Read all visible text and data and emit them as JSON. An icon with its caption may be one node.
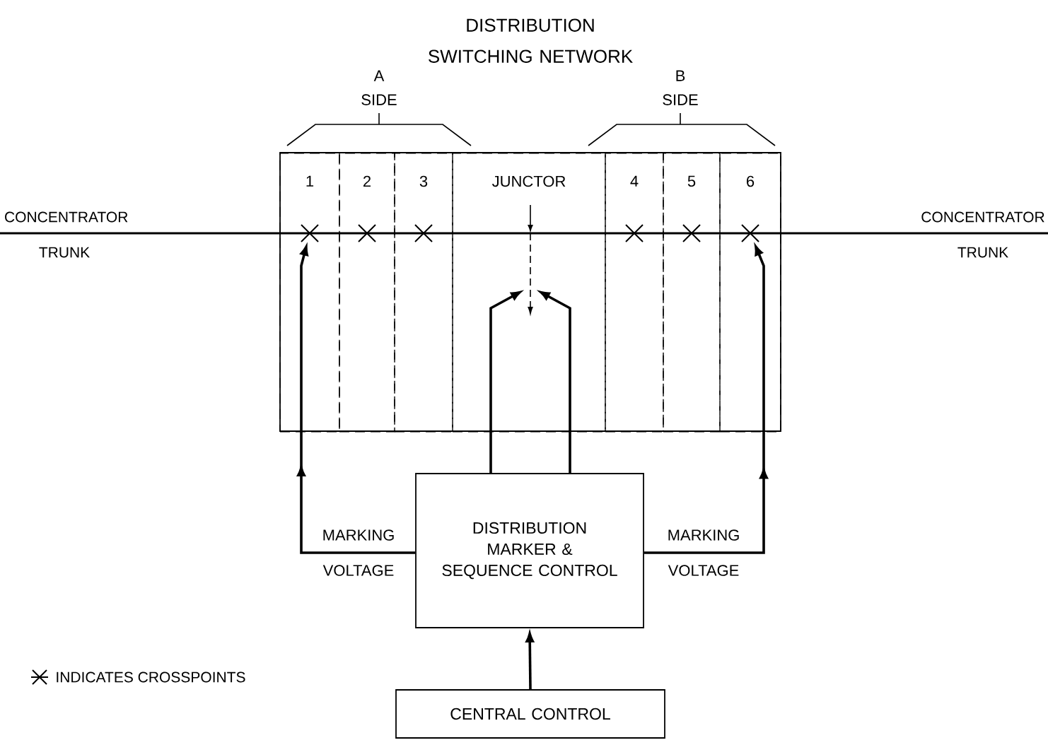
{
  "diagram": {
    "nodes": [
      {
        "text": [
          "DISTRIBUTION SWITCHING NETWORK"
        ]
      },
      {
        "text": [
          "1"
        ],
        "in": 0
      },
      {
        "text": [
          "2"
        ],
        "in": 0
      },
      {
        "text": [
          "3"
        ],
        "in": 0
      },
      {
        "text": [
          "JUNCTOR"
        ],
        "in": 0
      },
      {
        "text": [
          "4"
        ],
        "in": 0
      },
      {
        "text": [
          "5"
        ],
        "in": 0
      },
      {
        "text": [
          "6"
        ],
        "in": 0
      },
      {
        "text": [],
        "shape": "cross",
        "in": 1
      },
      {
        "text": [],
        "shape": "cross",
        "in": 2
      },
      {
        "text": [],
        "shape": "cross",
        "in": 3
      },
      {
        "text": [],
        "shape": "cross",
        "in": 5
      },
      {
        "text": [],
        "shape": "cross",
        "in": 6
      },
      {
        "text": [],
        "shape": "cross",
        "in": 7
      },
      {
        "text": [],
        "shape": "picture",
        "in": 4
      },
      {
        "text": [
          "DISTRIBUTION MARKER & SEQUENCE CONTROL"
        ]
      },
      {
        "text": [
          "CENTRAL CONTROL"
        ]
      }
    ],
    "edges": [
      {
        "from": 15,
        "to": 8,
        "arrow": "to",
        "label": "MARKING VOLTAGE"
      },
      {
        "from": 15,
        "to": 13,
        "arrow": "to",
        "label": "MARKING VOLTAGE"
      },
      {
        "from": 15,
        "to": 14,
        "arrow": "to"
      },
      {
        "from": 15,
        "to": 14,
        "arrow": "to"
      },
      {
        "from": 16,
        "to": 15,
        "arrow": "to"
      }
    ],
    "labels": [
      "A SIDE",
      "B SIDE",
      "CONCENTRATOR TRUNK",
      "CONCENTRATOR TRUNK"
    ],
    "legend": [
      {
        "text": "INDICATES CROSSPOINTS"
      }
    ]
  }
}
